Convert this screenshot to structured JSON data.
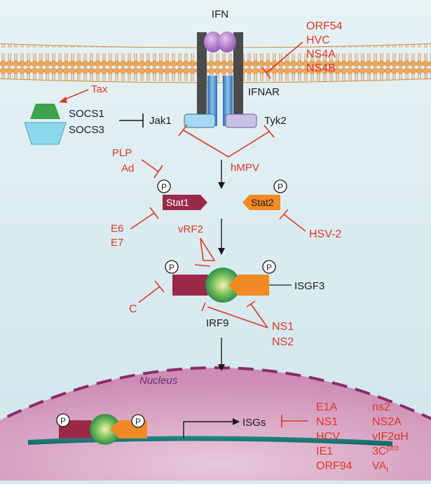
{
  "labels": {
    "ifn": "IFN",
    "ifnar": "IFNAR",
    "jak1": "Jak1",
    "tyk2": "Tyk2",
    "socs1": "SOCS1",
    "socs3": "SOCS3",
    "tax": "Tax",
    "plp": "PLP",
    "ad": "Ad",
    "hmpv": "hMPV",
    "stat1": "Stat1",
    "stat2": "Stat2",
    "phospho": "P",
    "e6": "E6",
    "e7": "E7",
    "hsv2": "HSV-2",
    "vrf2": "vRF2",
    "isgf3": "ISGF3",
    "c": "C",
    "irf9": "IRF9",
    "ns1": "NS1",
    "ns2": "NS2",
    "nucleus": "Nucleus",
    "isgs": "ISGs"
  },
  "membrane_inhibitors": [
    "ORF54",
    "HVC",
    "NS4A",
    "NS4B"
  ],
  "nuclear_inhibitors_left": [
    "E1A",
    "NS1",
    "HCV",
    "IE1",
    "ORF94"
  ],
  "nuclear_inhibitors_right": {
    "ns2": "ns2",
    "ns2a": "NS2A",
    "vif": "vIF2αH",
    "c3_base": "3C",
    "c3_sup": "pro",
    "va_base": "VA",
    "va_sub": "I"
  },
  "colors": {
    "inhibitor_red": "#e03528",
    "stat1": "#9a2a48",
    "stat2": "#f18a24",
    "irf9": "#3aa35a",
    "membrane": "#e9a455",
    "nucleus": "#cf8fb6"
  }
}
